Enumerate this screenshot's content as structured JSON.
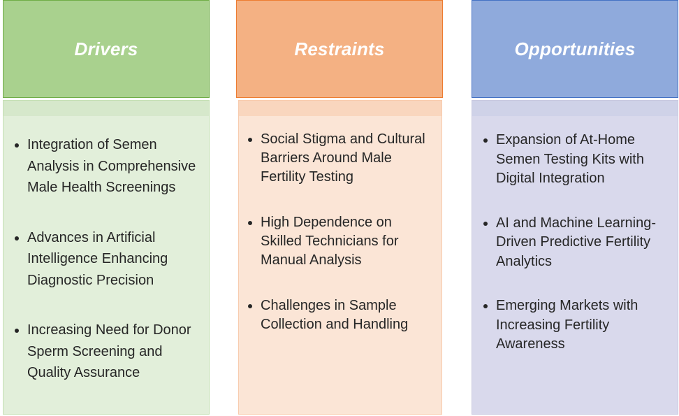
{
  "columns": [
    {
      "title": "Drivers",
      "items": [
        "Integration of Semen Analysis in Comprehensive Male Health Screenings",
        "Advances in Artificial Intelligence Enhancing Diagnostic Precision",
        "Increasing Need for Donor Sperm Screening and Quality Assurance"
      ]
    },
    {
      "title": "Restraints",
      "items": [
        "Social Stigma and Cultural Barriers Around Male Fertility Testing",
        "High Dependence on Skilled Technicians for Manual Analysis",
        "Challenges in Sample Collection and Handling"
      ]
    },
    {
      "title": "Opportunities",
      "items": [
        "Expansion of At-Home Semen Testing Kits with Digital Integration",
        "AI and Machine Learning-Driven Predictive Fertility Analytics",
        "Emerging Markets with Increasing Fertility Awareness"
      ]
    }
  ],
  "colors": {
    "drivers_header": "#a9d18e",
    "drivers_body": "#e2efda",
    "restraints_header": "#f4b183",
    "restraints_body": "#fbe5d6",
    "opportunities_header": "#8faadc",
    "opportunities_body": "#d9d9ec"
  }
}
